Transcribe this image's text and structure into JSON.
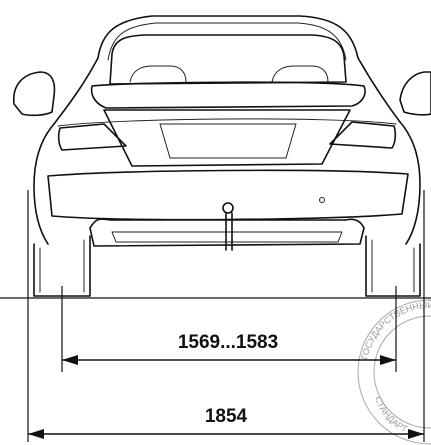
{
  "dimensions": {
    "track_width": {
      "label": "1569...1583"
    },
    "overall_width": {
      "label": "1854"
    }
  },
  "stamp": {
    "text_top": "ГОСУДАРСТВЕННЫЙ",
    "text_bottom": "СТАНДАРТ"
  },
  "colors": {
    "ink": "#111111",
    "stamp": "#a8a8a8",
    "background": "#ffffff"
  }
}
